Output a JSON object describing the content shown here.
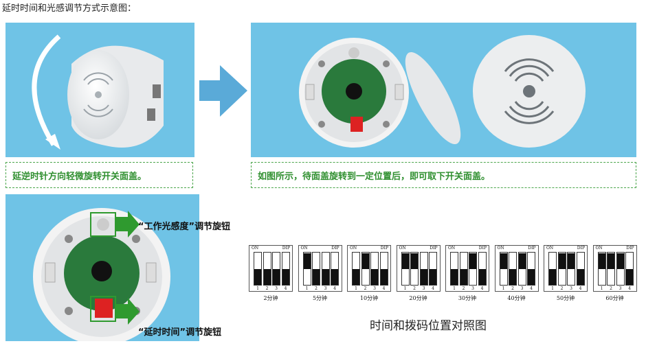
{
  "title": "延时时间和光感调节方式示意图：",
  "steps": {
    "step1_caption": "延逆时针方向轻微旋转开关面盖。",
    "step2_caption": "如图所示，待面盖旋转到一定位置后，即可取下开关面盖。"
  },
  "callouts": {
    "light": "“工作光感度”调节旋钮",
    "delay": "“延时时间”调节旋钮"
  },
  "dip_chart": {
    "on_label": "ON",
    "dip_label": "DIP",
    "switch_numbers": [
      "1",
      "2",
      "3",
      "4"
    ],
    "items": [
      {
        "time": "2分钟",
        "on": [
          false,
          false,
          false,
          false
        ]
      },
      {
        "time": "5分钟",
        "on": [
          true,
          false,
          false,
          false
        ]
      },
      {
        "time": "10分钟",
        "on": [
          false,
          true,
          false,
          false
        ]
      },
      {
        "time": "20分钟",
        "on": [
          true,
          true,
          false,
          false
        ]
      },
      {
        "time": "30分钟",
        "on": [
          false,
          false,
          true,
          false
        ]
      },
      {
        "time": "40分钟",
        "on": [
          true,
          false,
          true,
          false
        ]
      },
      {
        "time": "50分钟",
        "on": [
          false,
          true,
          true,
          false
        ]
      },
      {
        "time": "60分钟",
        "on": [
          true,
          true,
          true,
          false
        ]
      }
    ],
    "legend": "时间和拨码位置对照图"
  },
  "colors": {
    "panel_bg": "#6fc3e6",
    "caption_green": "#2f8f2f",
    "arrow": "#5aaad8"
  }
}
